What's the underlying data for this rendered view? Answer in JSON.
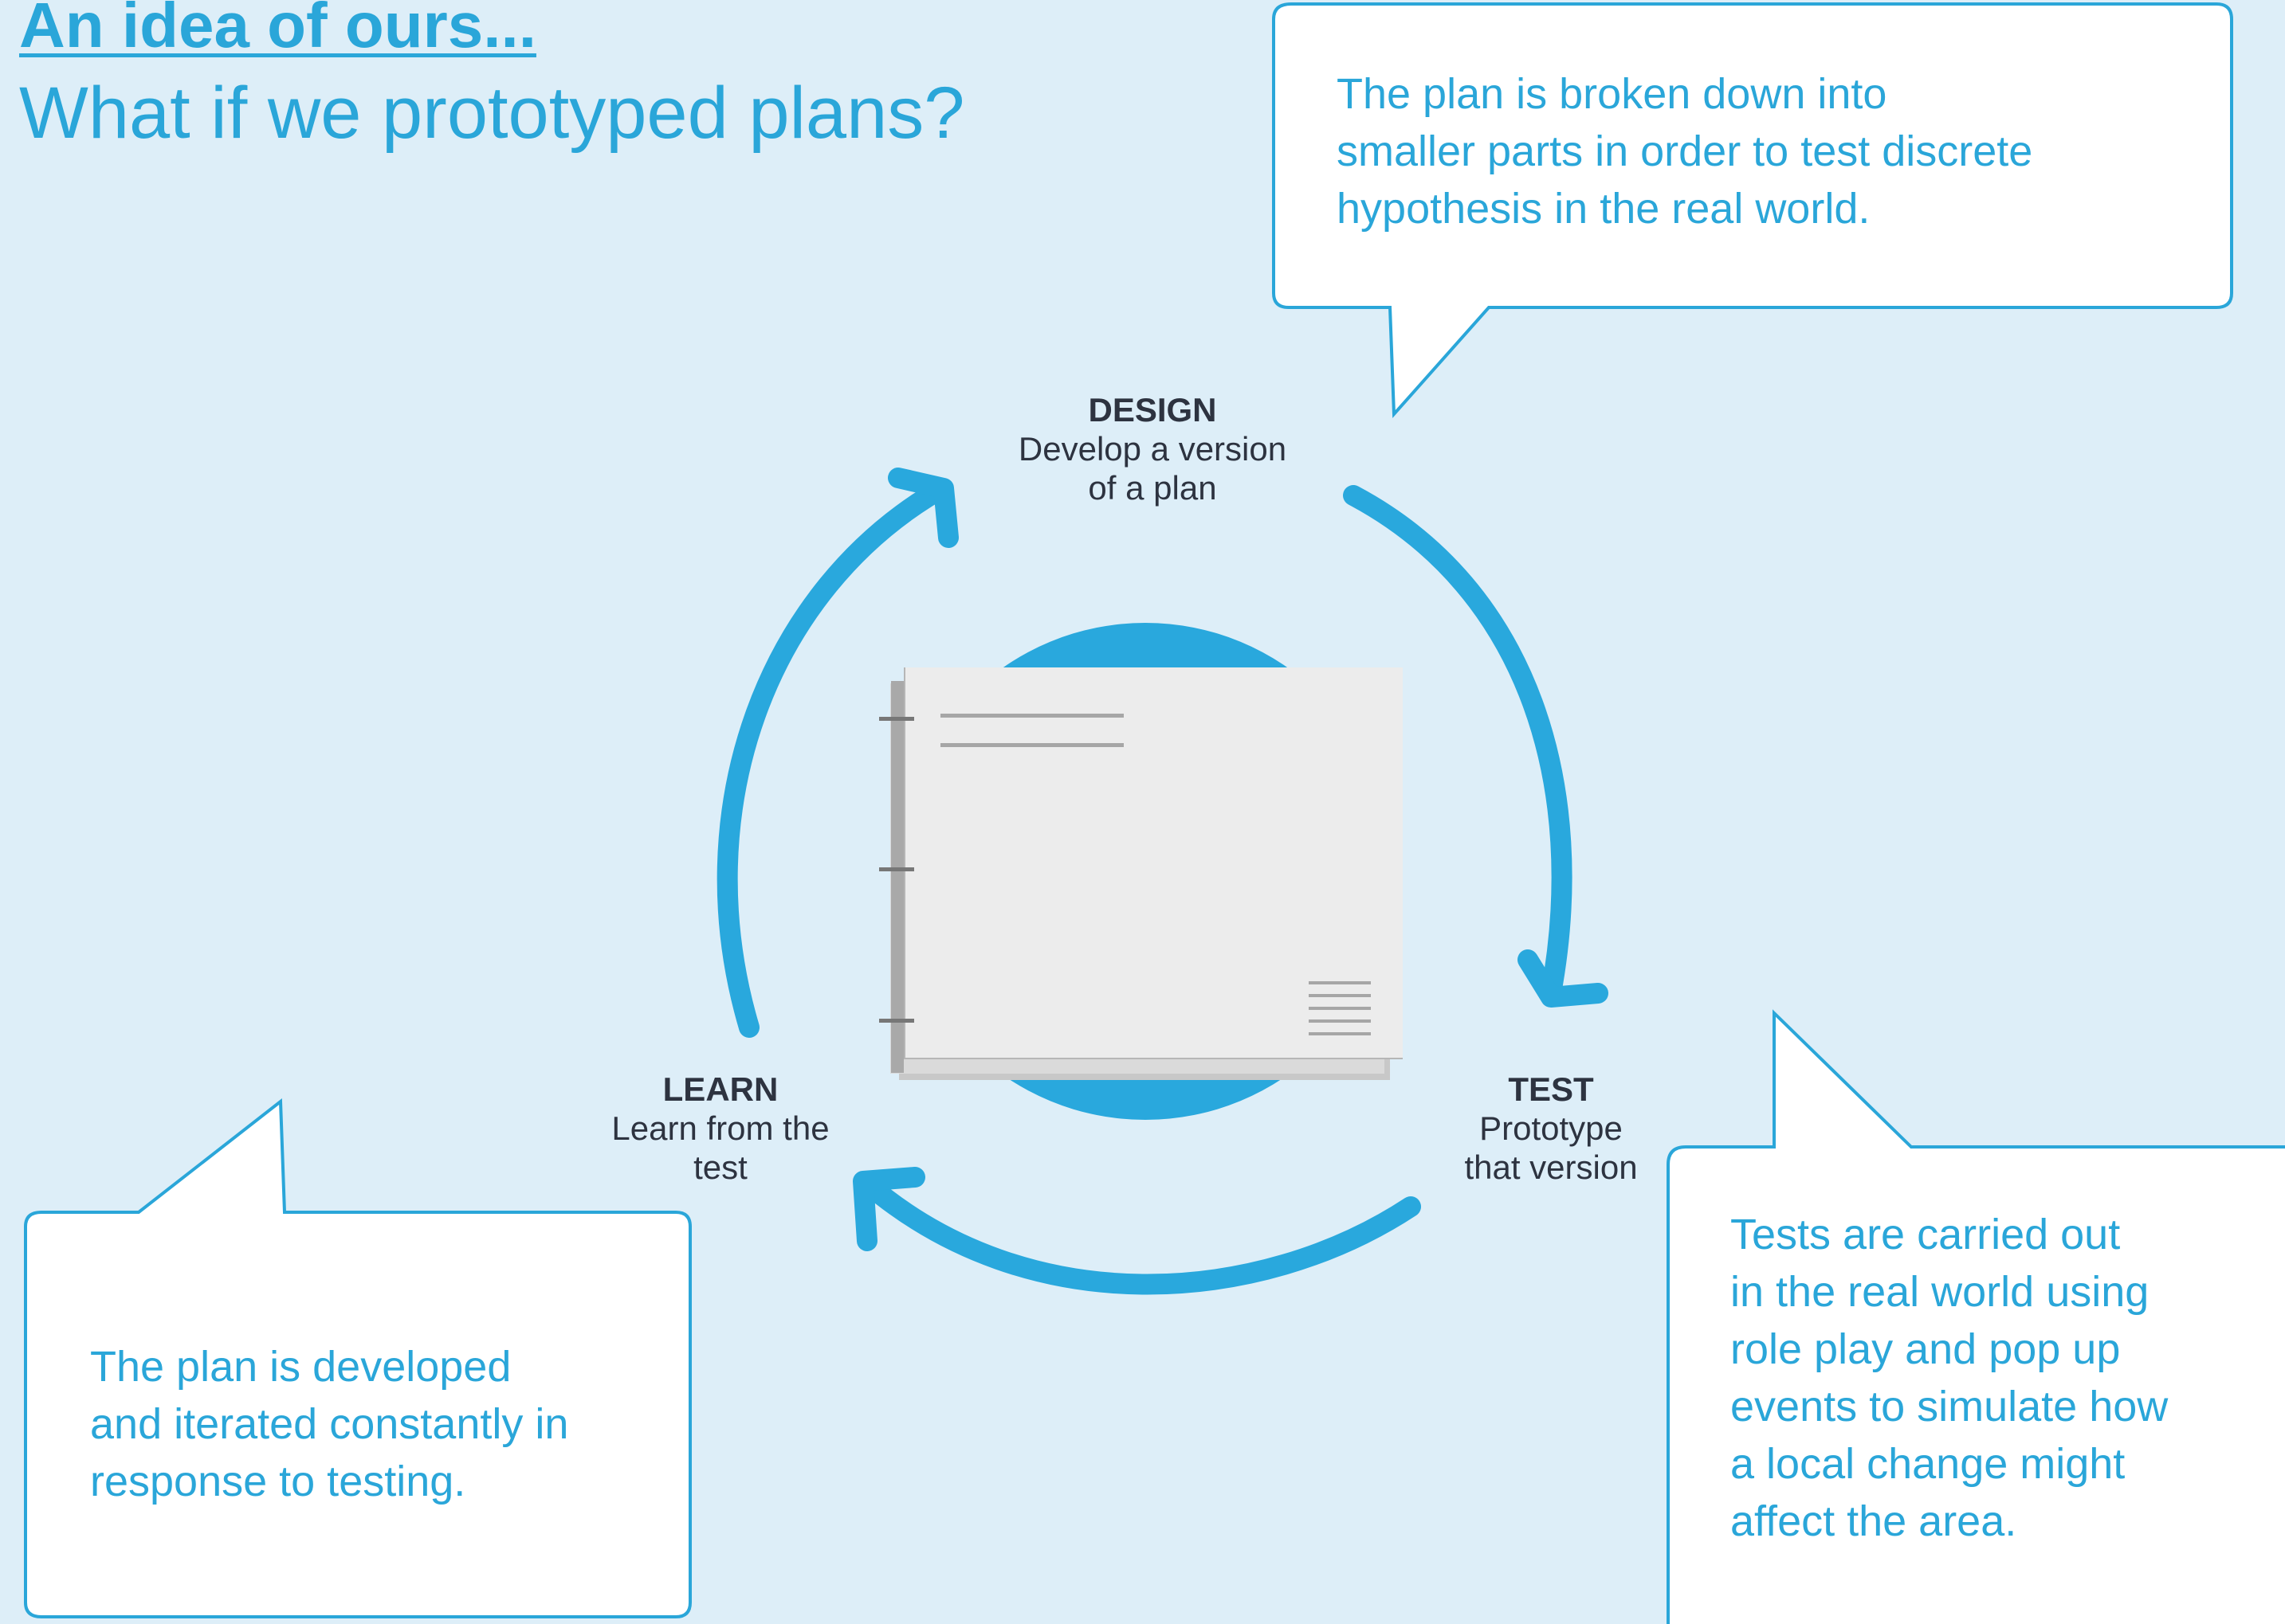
{
  "header": {
    "title": "An idea of ours...",
    "subtitle": "What if we prototyped plans?"
  },
  "cycle": {
    "design": {
      "title": "DESIGN",
      "line1": "Develop a version",
      "line2": "of a plan"
    },
    "test": {
      "title": "TEST",
      "line1": "Prototype",
      "line2": "that version"
    },
    "learn": {
      "title": "LEARN",
      "line1": "Learn from the",
      "line2": "test"
    }
  },
  "callouts": {
    "top_right": {
      "line1": "The plan is broken down into",
      "line2": "smaller parts in order to test discrete",
      "line3": "hypothesis in the real world."
    },
    "bottom_left": {
      "line1": "The plan is developed",
      "line2": "and iterated constantly in",
      "line3": "response to testing."
    },
    "bottom_right": {
      "line1": "Tests are carried out",
      "line2": "in the real world using",
      "line3": "role play and pop up",
      "line4": "events to simulate how",
      "line5": "a local change might",
      "line6": "affect the area."
    }
  },
  "colors": {
    "background": "#ddeef8",
    "accent": "#2aa6d9",
    "stage_text": "#2d3340",
    "document": "#ececec"
  }
}
